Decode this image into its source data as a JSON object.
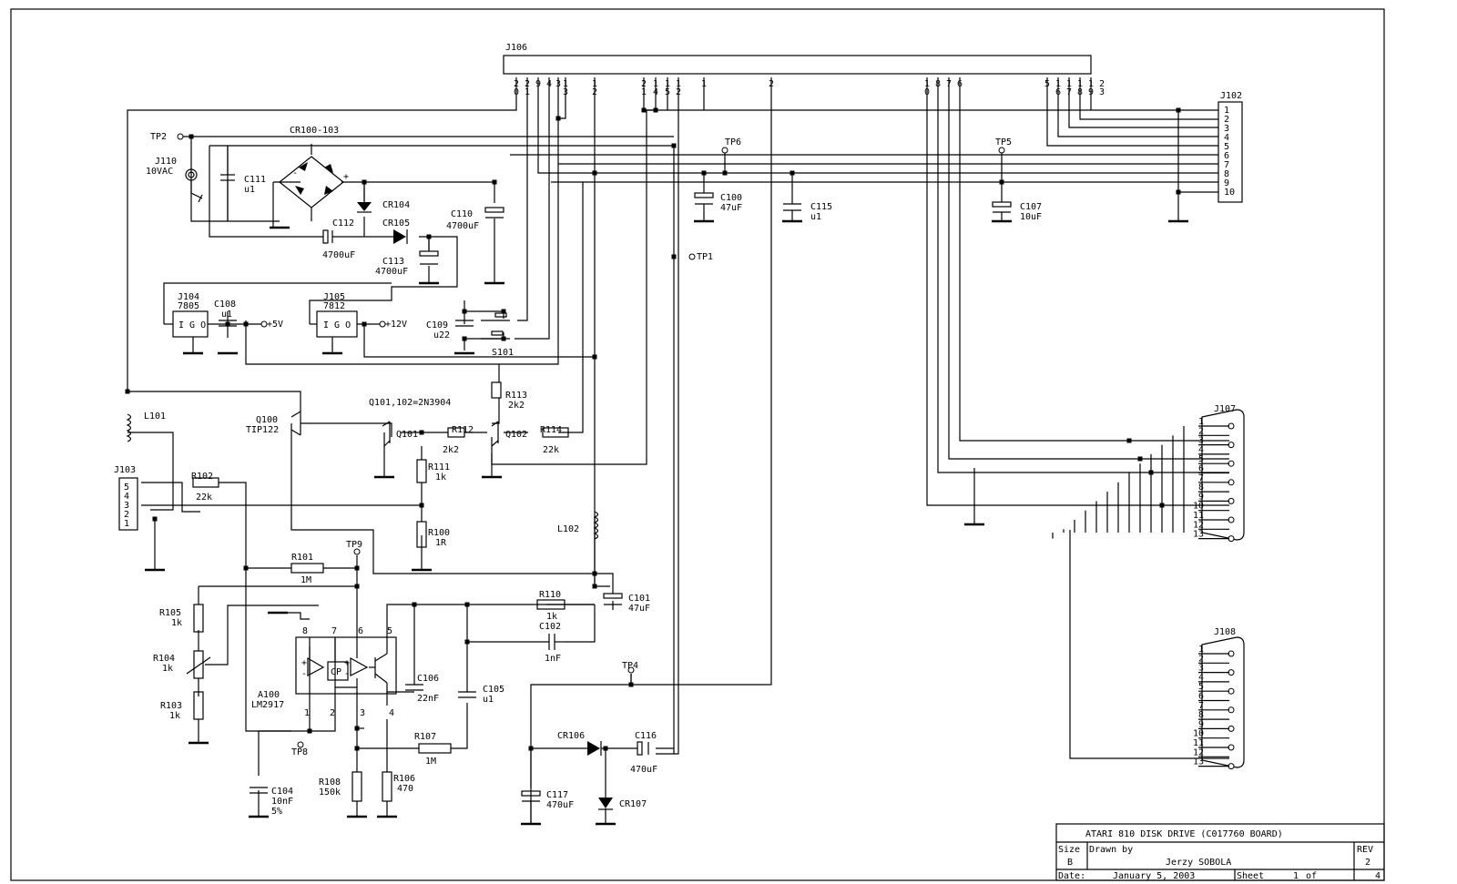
{
  "connectors": {
    "j106": {
      "label": "J106",
      "pins": [
        "20",
        "21",
        "9",
        "4",
        "3",
        "13",
        "12",
        "21",
        "14",
        "15",
        "12",
        "1",
        "2",
        "10",
        "8",
        "7",
        "6",
        "5",
        "16",
        "17",
        "18",
        "19",
        "23"
      ]
    },
    "j102": {
      "label": "J102",
      "pins": [
        "1",
        "2",
        "3",
        "4",
        "5",
        "6",
        "7",
        "8",
        "9",
        "10"
      ]
    },
    "j107": {
      "label": "J107",
      "pins": [
        "1",
        "2",
        "3",
        "4",
        "5",
        "6",
        "7",
        "8",
        "9",
        "10",
        "11",
        "12",
        "13"
      ]
    },
    "j108": {
      "label": "J108",
      "pins": [
        "1",
        "2",
        "3",
        "4",
        "5",
        "6",
        "7",
        "8",
        "9",
        "10",
        "11",
        "12",
        "13"
      ]
    },
    "j103": {
      "label": "J103",
      "pins": [
        "5",
        "4",
        "3",
        "2",
        "1"
      ]
    }
  },
  "labels": {
    "tp2": "TP2",
    "cr100": "CR100-103",
    "j110": "J110",
    "vac": "10VAC",
    "c111": "C111",
    "c111v": "u1",
    "cr104": "CR104",
    "cr105": "CR105",
    "c112": "C112",
    "c112v": "4700uF",
    "c113": "C113",
    "c113v": "4700uF",
    "c110": "C110",
    "c110v": "4700uF",
    "tp6": "TP6",
    "c100": "C100",
    "c100v": "47uF",
    "c115": "C115",
    "c115v": "u1",
    "tp5": "TP5",
    "c107": "C107",
    "c107v": "10uF",
    "tp1": "TP1",
    "j104": "J104",
    "r7805": "7805",
    "igo1": "I G O",
    "c108": "C108",
    "c108v": "u1",
    "v5": "+5V",
    "j105": "J105",
    "r7812": "7812",
    "igo2": "I G O",
    "v12": "+12V",
    "c109": "C109",
    "c109v": "u22",
    "s101": "S101",
    "qnote": "Q101,102=2N3904",
    "r113": "R113",
    "r113v": "2k2",
    "l101": "L101",
    "q100": "Q100",
    "q100v": "TIP122",
    "q101": "Q101",
    "r112": "R112",
    "r112v": "2k2",
    "q102": "Q102",
    "r114": "R114",
    "r114v": "22k",
    "r111": "R111",
    "r111v": "1k",
    "r102": "R102",
    "r102v": "22k",
    "r100": "R100",
    "r100v": "1R",
    "l102": "L102",
    "tp9": "TP9",
    "r101": "R101",
    "r101v": "1M",
    "c101": "C101",
    "c101v": "47uF",
    "r110": "R110",
    "r110v": "1k",
    "c102": "C102",
    "c102v": "1nF",
    "r105": "R105",
    "r105v": "1k",
    "r104": "R104",
    "r104v": "1k",
    "r103": "R103",
    "r103v": "1k",
    "a100": "A100",
    "lm2917": "LM2917",
    "cp": "CP",
    "c106": "C106",
    "c106v": "22nF",
    "c105": "C105",
    "c105v": "u1",
    "tp8": "TP8",
    "tp4": "TP4",
    "r107": "R107",
    "r107v": "1M",
    "cr106": "CR106",
    "c116": "C116",
    "c116v": "470uF",
    "c104": "C104",
    "c104v": "10nF",
    "c104t": "5%",
    "r108": "R108",
    "r108v": "150k",
    "r106": "R106",
    "r106v": "470",
    "c117": "C117",
    "c117v": "470uF",
    "cr107": "CR107",
    "ic8": "8",
    "ic7": "7",
    "ic6": "6",
    "ic5": "5",
    "ic1": "1",
    "ic2": "2",
    "ic3": "3",
    "ic4": "4",
    "plus1": "+",
    "minus1": "-",
    "plus2": "+",
    "minus2": "-",
    "plusBridge": "+",
    "minusBridge": "-"
  },
  "title_block": {
    "title": "ATARI 810 DISK DRIVE (C017760 BOARD)",
    "size_label": "Size",
    "size": "B",
    "drawn_label": "Drawn by",
    "author": "Jerzy SOBOLA",
    "rev_label": "REV",
    "rev": "2",
    "date_label": "Date:",
    "date": "January  5, 2003",
    "sheet_label": "Sheet",
    "sheet": "1",
    "of_label": "of",
    "total": "4"
  }
}
